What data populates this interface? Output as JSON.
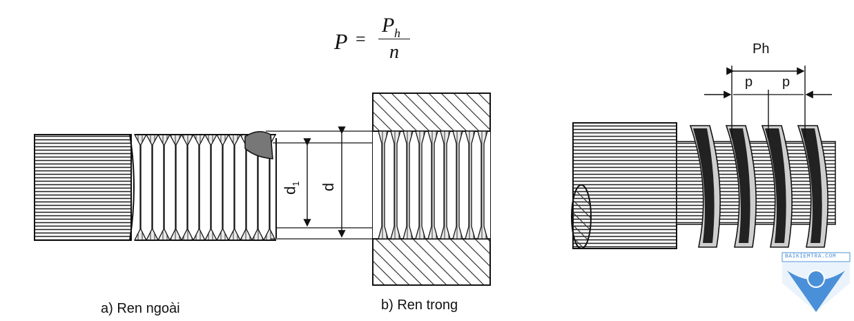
{
  "formula": {
    "lhs": "P",
    "equals": "=",
    "numerator_base": "P",
    "numerator_sub": "h",
    "denominator": "n"
  },
  "labels": {
    "d1_base": "d",
    "d1_sub": "1",
    "d": "d",
    "ph": "Ph",
    "p_first": "p",
    "p_second": "p"
  },
  "captions": {
    "external": "a) Ren ngoài",
    "internal": "b) Ren trong"
  },
  "watermark": {
    "text": "BAIKIEMTRA.COM",
    "color": "#4a90d9"
  }
}
